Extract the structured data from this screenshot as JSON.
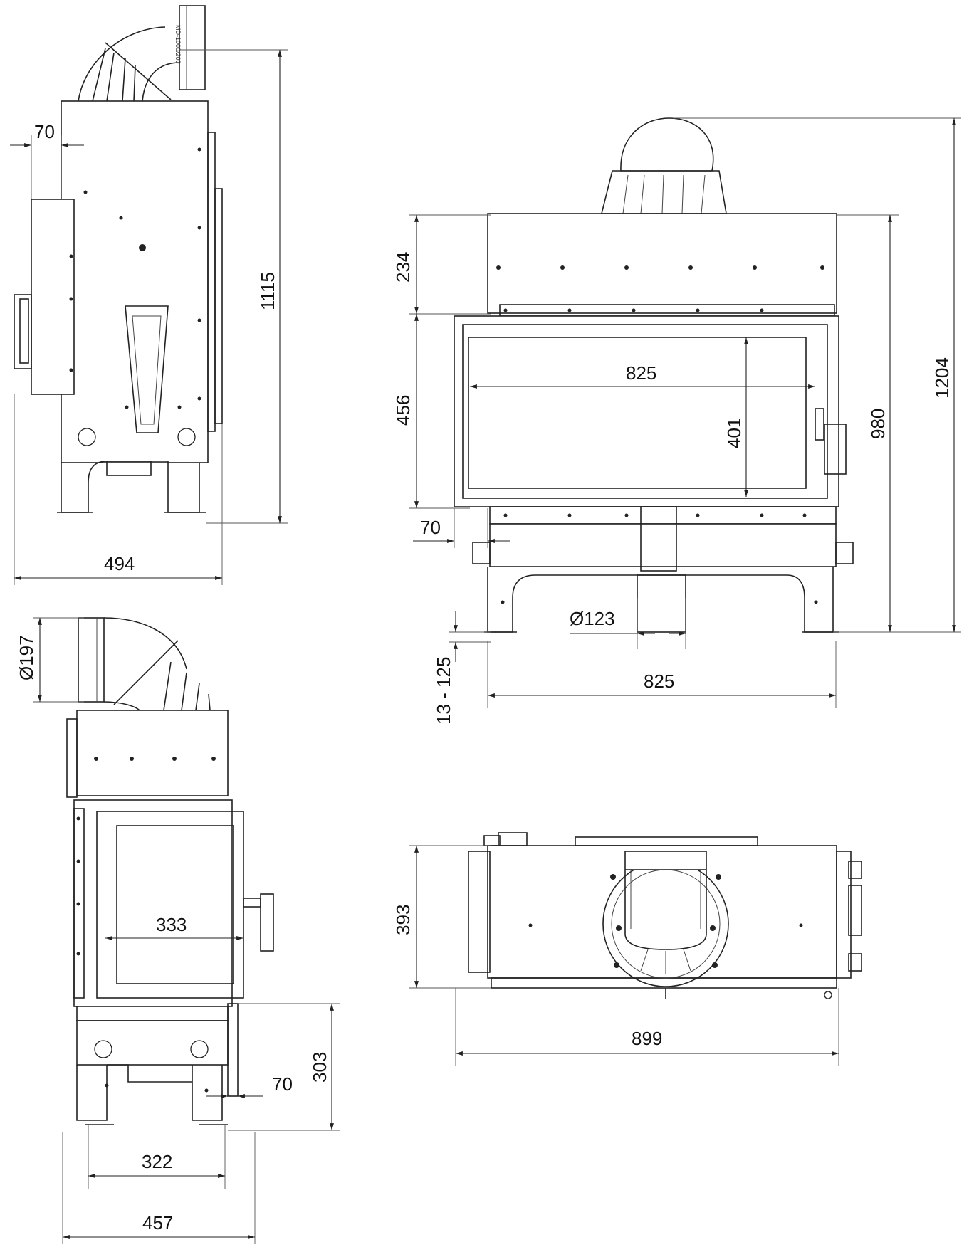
{
  "views": {
    "side_top": {
      "dims": {
        "d70": "70",
        "d1115": "1115",
        "d494": "494"
      },
      "flue_mark": "MD-1000/200"
    },
    "front": {
      "dims": {
        "d234": "234",
        "d456": "456",
        "d825_inner": "825",
        "d401": "401",
        "d980": "980",
        "d1204": "1204",
        "d70": "70",
        "d123": "Ø123",
        "d13_125": "13 - 125",
        "d825_bottom": "825"
      }
    },
    "side_bottom": {
      "dims": {
        "d197": "Ø197",
        "d333": "333",
        "d303": "303",
        "d70": "70",
        "d322": "322",
        "d457": "457"
      }
    },
    "top": {
      "dims": {
        "d393": "393",
        "d899": "899"
      }
    }
  },
  "colors": {
    "line": "#222222",
    "background": "#ffffff"
  }
}
